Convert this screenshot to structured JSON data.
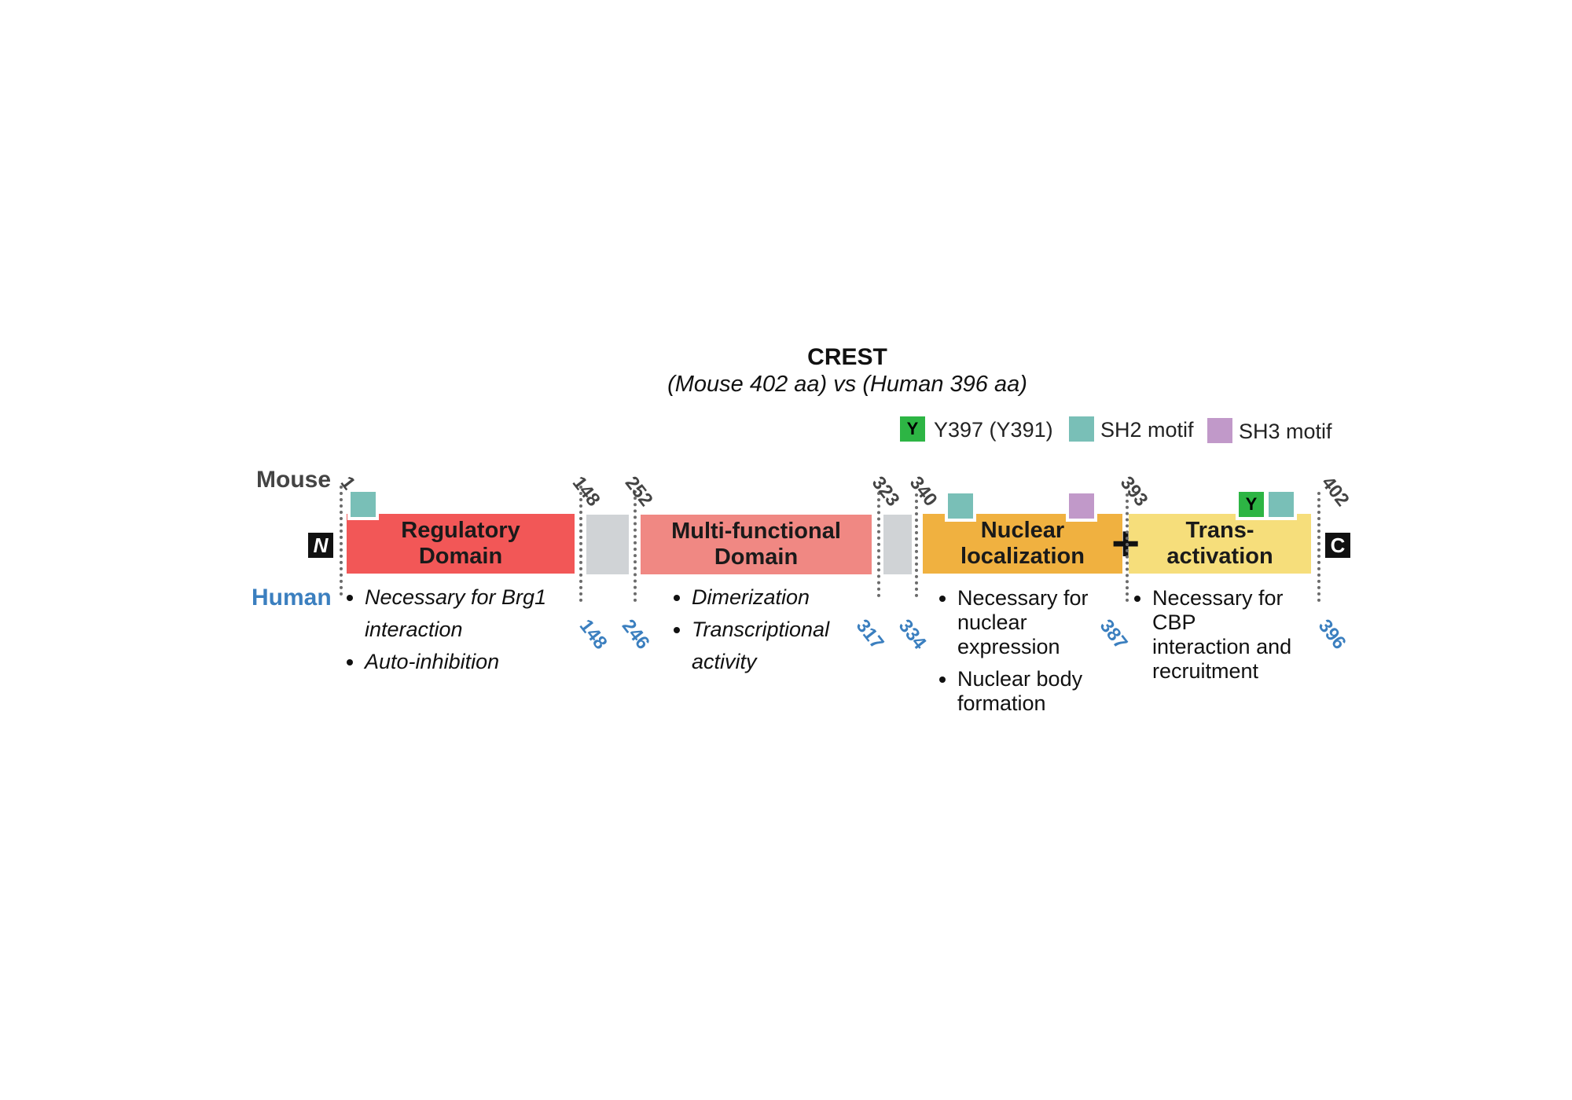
{
  "title": "CREST",
  "subtitle": "(Mouse 402 aa) vs (Human 396 aa)",
  "legend": {
    "y_symbol": "Y",
    "y_label": "Y397 (Y391)",
    "sh2_label": "SH2 motif",
    "sh3_label": "SH3 motif",
    "colors": {
      "y": "#2db544",
      "sh2": "#79bfb7",
      "sh3": "#c199c9"
    }
  },
  "rows": {
    "mouse": "Mouse",
    "human": "Human"
  },
  "termini": {
    "n": "N",
    "c": "C"
  },
  "domains": [
    {
      "id": "regulatory",
      "line1": "Regulatory",
      "line2": "Domain",
      "color": "#f25757"
    },
    {
      "id": "multifunctional",
      "line1": "Multi-functional",
      "line2": "Domain",
      "color": "#f08883"
    },
    {
      "id": "nuclear",
      "line1": "Nuclear",
      "line2": "localization",
      "color": "#f0b140"
    },
    {
      "id": "transactivation",
      "line1": "Trans-",
      "line2": "activation",
      "color": "#f6de7b"
    }
  ],
  "mouse_positions": [
    "1",
    "148",
    "252",
    "323",
    "340",
    "393",
    "402"
  ],
  "human_positions": [
    "148",
    "246",
    "317",
    "334",
    "387",
    "396"
  ],
  "plus_symbol": "+",
  "notes": {
    "regulatory": [
      "Necessary for Brg1 interaction",
      "Auto-inhibition"
    ],
    "multifunctional": [
      "Dimerization",
      "Transcriptional activity"
    ],
    "nuclear": [
      "Necessary for nuclear expression",
      "Nuclear body formation"
    ],
    "transactivation": [
      "Necessary for CBP interaction and recruitment"
    ]
  }
}
